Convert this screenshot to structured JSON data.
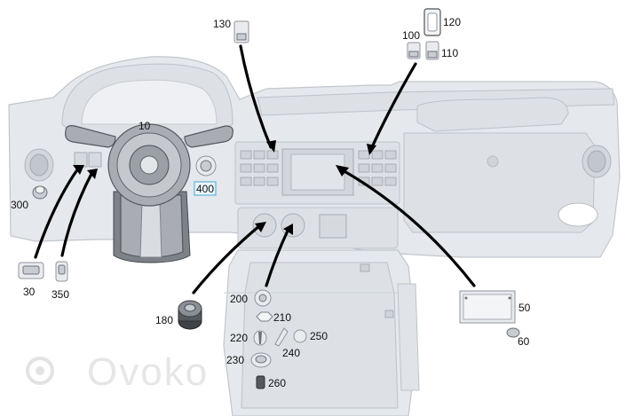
{
  "watermark": "Ovoko",
  "callouts": [
    {
      "id": "10",
      "label": "10"
    },
    {
      "id": "30",
      "label": "30"
    },
    {
      "id": "50",
      "label": "50"
    },
    {
      "id": "60",
      "label": "60"
    },
    {
      "id": "100",
      "label": "100"
    },
    {
      "id": "110",
      "label": "110"
    },
    {
      "id": "120",
      "label": "120"
    },
    {
      "id": "130",
      "label": "130"
    },
    {
      "id": "180",
      "label": "180"
    },
    {
      "id": "200",
      "label": "200"
    },
    {
      "id": "210",
      "label": "210"
    },
    {
      "id": "220",
      "label": "220"
    },
    {
      "id": "230",
      "label": "230"
    },
    {
      "id": "240",
      "label": "240"
    },
    {
      "id": "250",
      "label": "250"
    },
    {
      "id": "260",
      "label": "260"
    },
    {
      "id": "300",
      "label": "300"
    },
    {
      "id": "350",
      "label": "350"
    },
    {
      "id": "400",
      "label": "400",
      "highlighted": true
    }
  ],
  "colors": {
    "highlight_box": "#5fb3d9",
    "arrow": "#000000",
    "dashboard_fill": "#e5e8ec"
  }
}
